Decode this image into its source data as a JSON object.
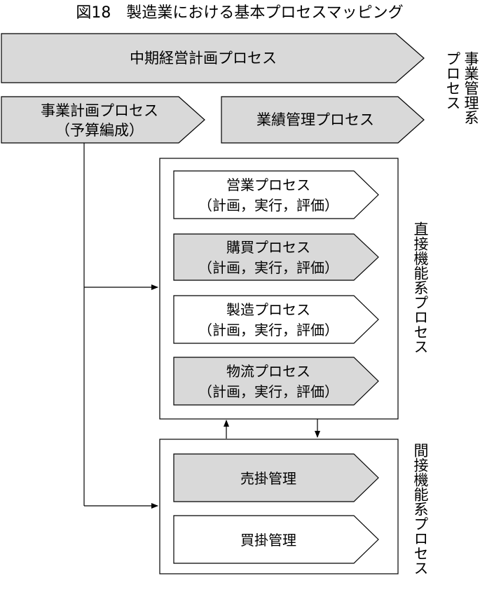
{
  "title": "図18　製造業における基本プロセスマッピング",
  "colors": {
    "gray_fill": "#d9d9d9",
    "white_fill": "#ffffff",
    "stroke": "#000000"
  },
  "top_process": {
    "label": "中期経営計画プロセス"
  },
  "planning_process": {
    "line1": "事業計画プロセス",
    "line2": "（予算編成）"
  },
  "performance_process": {
    "label": "業績管理プロセス"
  },
  "business_mgmt_label": {
    "col1": "事業管理系",
    "col2": "プロセス"
  },
  "direct_group_label": "直接機能系プロセス",
  "indirect_group_label": "間接機能系プロセス",
  "direct_processes": [
    {
      "line1": "営業プロセス",
      "line2": "（計画，実行，評価）",
      "shaded": false
    },
    {
      "line1": "購買プロセス",
      "line2": "（計画，実行，評価）",
      "shaded": true
    },
    {
      "line1": "製造プロセス",
      "line2": "（計画，実行，評価）",
      "shaded": false
    },
    {
      "line1": "物流プロセス",
      "line2": "（計画，実行，評価）",
      "shaded": true
    }
  ],
  "indirect_processes": [
    {
      "label": "売掛管理",
      "shaded": true
    },
    {
      "label": "買掛管理",
      "shaded": false
    }
  ]
}
